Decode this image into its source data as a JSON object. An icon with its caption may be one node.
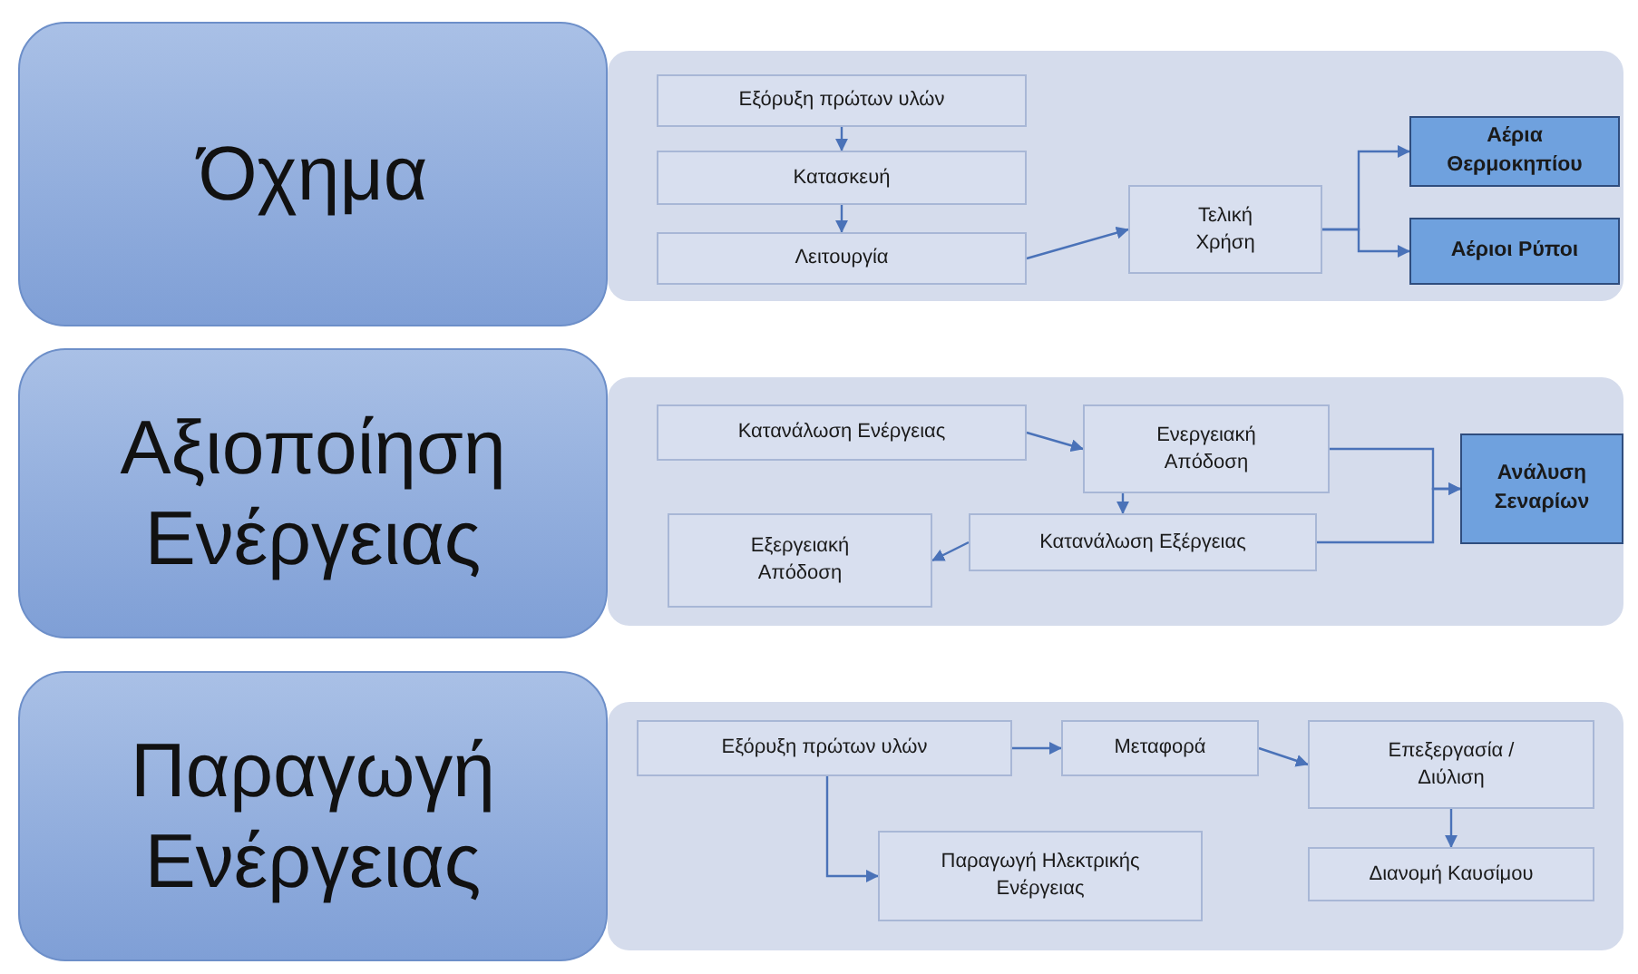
{
  "diagram": {
    "nodes": [
      {
        "text": [
          "Όχημα"
        ]
      },
      {
        "text": [],
        "shape": "box"
      },
      {
        "text": [
          "Εξόρυξη πρώτων υλών"
        ],
        "in": 1
      },
      {
        "text": [
          "Κατασκευή"
        ],
        "in": 1
      },
      {
        "text": [
          "Λειτουργία"
        ],
        "in": 1
      },
      {
        "text": [
          "Τελική Χρήση"
        ],
        "in": 1
      },
      {
        "text": [
          "Αέρια Θερμοκηπίου"
        ],
        "in": 1
      },
      {
        "text": [
          "Αέριοι Ρύποι"
        ],
        "in": 1
      },
      {
        "text": [
          "Αξιοποίηση Ενέργειας"
        ]
      },
      {
        "text": [],
        "shape": "box"
      },
      {
        "text": [
          "Κατανάλωση Ενέργειας"
        ],
        "in": 9
      },
      {
        "text": [
          "Ενεργειακή Απόδοση"
        ],
        "in": 9
      },
      {
        "text": [
          "Ανάλυση Σεναρίων"
        ],
        "in": 9
      },
      {
        "text": [
          "Εξεργειακή Απόδοση"
        ],
        "in": 9
      },
      {
        "text": [
          "Κατανάλωση Εξέργειας"
        ],
        "in": 9
      },
      {
        "text": [
          "Παραγωγή Ενέργειας"
        ]
      },
      {
        "text": [],
        "shape": "box"
      },
      {
        "text": [
          "Εξόρυξη πρώτων υλών"
        ],
        "in": 16
      },
      {
        "text": [
          "Μεταφορά"
        ],
        "in": 16
      },
      {
        "text": [
          "Επεξεργασία / Διύλιση"
        ],
        "in": 16
      },
      {
        "text": [
          "Παραγωγή Ηλεκτρικής Ενέργειας"
        ],
        "in": 16
      },
      {
        "text": [
          "Διανομή Καυσίμου"
        ],
        "in": 16
      }
    ],
    "edges": [
      {
        "from": 2,
        "to": 3,
        "arrow": "to"
      },
      {
        "from": 3,
        "to": 4,
        "arrow": "to"
      },
      {
        "from": 4,
        "to": 5,
        "arrow": "to"
      },
      {
        "from": 5,
        "to": 6,
        "arrow": "to"
      },
      {
        "from": 5,
        "to": 7,
        "arrow": "to"
      },
      {
        "from": 10,
        "to": 11,
        "arrow": "to"
      },
      {
        "from": 11,
        "to": 14,
        "arrow": "to"
      },
      {
        "from": 14,
        "to": 13,
        "arrow": "to"
      },
      {
        "from": 11,
        "to": 12,
        "arrow": "to"
      },
      {
        "from": 14,
        "to": 12,
        "arrow": "to"
      },
      {
        "from": 17,
        "to": 18,
        "arrow": "to"
      },
      {
        "from": 18,
        "to": 19,
        "arrow": "to"
      },
      {
        "from": 19,
        "to": 21,
        "arrow": "to"
      },
      {
        "from": 17,
        "to": 20,
        "arrow": "to"
      }
    ]
  }
}
